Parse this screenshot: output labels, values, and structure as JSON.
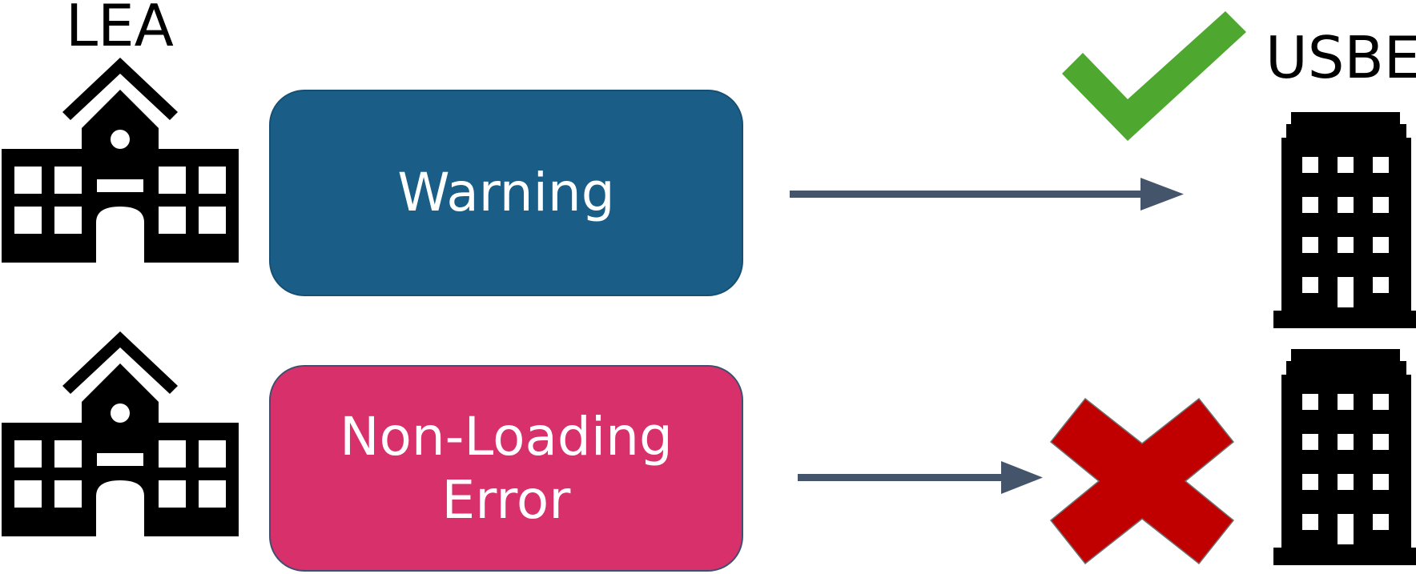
{
  "labels": {
    "lea": "LEA",
    "usbe": "USBE"
  },
  "boxes": {
    "warning": "Warning",
    "non_loading_error": "Non-Loading\nError"
  },
  "icons": {
    "school_top": "school-building-icon",
    "school_bottom": "school-building-icon",
    "office_top": "office-building-icon",
    "office_bottom": "office-building-icon",
    "arrow_top": "arrow-right-icon",
    "arrow_bottom": "arrow-right-icon",
    "check": "checkmark-icon",
    "cross": "x-mark-icon"
  },
  "colors": {
    "warning_fill": "#1a5e88",
    "error_fill": "#d8306a",
    "arrow": "#44546a",
    "check": "#4ea72e",
    "cross": "#c00000",
    "icon": "#000000"
  }
}
